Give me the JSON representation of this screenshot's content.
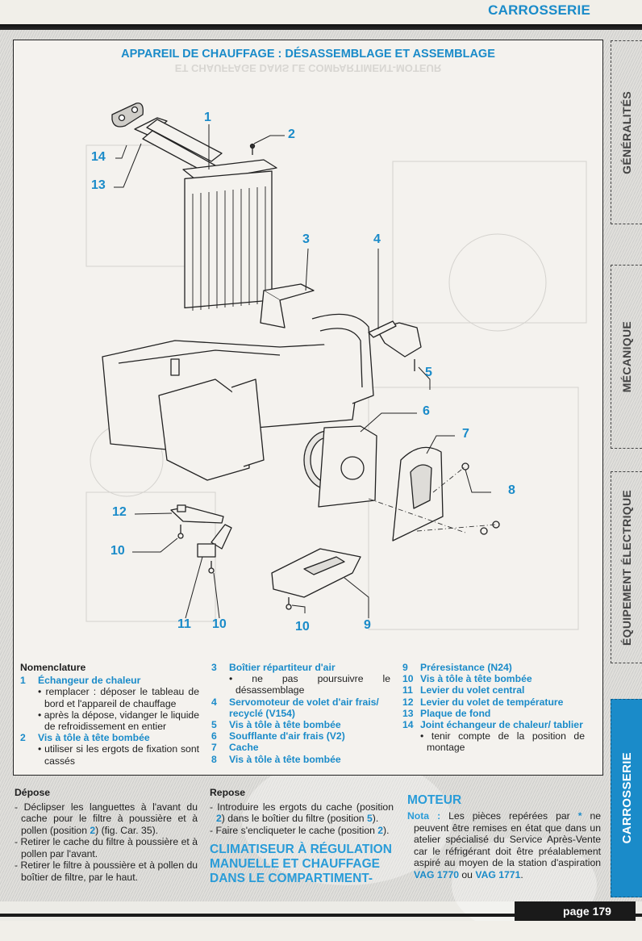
{
  "header": {
    "section_title": "CARROSSERIE"
  },
  "diagram": {
    "title": "APPAREIL DE CHAUFFAGE : DÉSASSEMBLAGE ET ASSEMBLAGE",
    "ghost_text": "ET CHAUFFAGE DANS LE COMPARTIMENT-MOTEUR",
    "callouts": [
      "1",
      "2",
      "3",
      "4",
      "5",
      "6",
      "7",
      "8",
      "9",
      "10",
      "10",
      "10",
      "11",
      "12",
      "13",
      "14"
    ]
  },
  "nomenclature": {
    "heading": "Nomenclature",
    "col1": [
      {
        "num": "1",
        "label": "Échangeur de chaleur",
        "notes": [
          "• remplacer : déposer le tableau de bord et l'appareil de chauffage",
          "• après la dépose, vidanger le liquide de refroidissement en entier"
        ]
      },
      {
        "num": "2",
        "label": "Vis à tôle à tête bombée",
        "notes": [
          "• utiliser si les ergots de fixation sont cassés"
        ]
      }
    ],
    "col2": [
      {
        "num": "3",
        "label": "Boîtier répartiteur d'air",
        "notes": [
          "• ne pas poursuivre le désassemblage"
        ]
      },
      {
        "num": "4",
        "label": "Servomoteur de volet d'air frais/ recyclé (V154)",
        "notes": []
      },
      {
        "num": "5",
        "label": "Vis à tôle à tête bombée",
        "notes": []
      },
      {
        "num": "6",
        "label": "Soufflante d'air frais (V2)",
        "notes": []
      },
      {
        "num": "7",
        "label": "Cache",
        "notes": []
      },
      {
        "num": "8",
        "label": "Vis à tôle à tête bombée",
        "notes": []
      }
    ],
    "col3": [
      {
        "num": "9",
        "label": "Préresistance (N24)",
        "notes": []
      },
      {
        "num": "10",
        "label": "Vis à tôle à tête bombée",
        "notes": []
      },
      {
        "num": "11",
        "label": "Levier du volet central",
        "notes": []
      },
      {
        "num": "12",
        "label": "Levier du volet de température",
        "notes": []
      },
      {
        "num": "13",
        "label": "Plaque de fond",
        "notes": []
      },
      {
        "num": "14",
        "label": "Joint échangeur de chaleur/ tablier",
        "notes": [
          "• tenir compte de la position de montage"
        ]
      }
    ]
  },
  "depose": {
    "heading": "Dépose",
    "steps": [
      {
        "pre": "- Déclipser les languettes à l'avant du cache pour le filtre à poussière et à pollen (position ",
        "ref": "2",
        "post": ") (fig. Car. 35)."
      },
      {
        "pre": "- Retirer le cache du filtre à poussière et à pollen par l'avant.",
        "ref": "",
        "post": ""
      },
      {
        "pre": "- Retirer le filtre à poussière et à pollen du boîtier de filtre, par le haut.",
        "ref": "",
        "post": ""
      }
    ]
  },
  "repose": {
    "heading": "Repose",
    "step1": {
      "a": "- Introduire les ergots du cache (position ",
      "ref1": "2",
      "b": ") dans le boîtier du filtre (position ",
      "ref2": "5",
      "c": ")."
    },
    "step2": {
      "a": "- Faire s'encliqueter le cache (position ",
      "ref": "2",
      "b": ")."
    },
    "section_heading": "CLIMATISEUR À RÉGULATION MANUELLE ET CHAUFFAGE DANS LE COMPARTIMENT-"
  },
  "moteur": {
    "heading": "MOTEUR",
    "nota_label": "Nota :",
    "nota_a": " Les pièces repérées par ",
    "asterisk": "*",
    "nota_b": " ne peuvent être remises en état que dans un atelier spécialisé du Service Après-Vente car le réfrigérant doit être préalablement aspiré au moyen de la station d'aspiration ",
    "vag1": "VAG 1770",
    "ou": " ou ",
    "vag2": "VAG 1771",
    "end": "."
  },
  "side_tabs": [
    {
      "label": "GÉNÉRALITÉS",
      "active": false
    },
    {
      "label": "MÉCANIQUE",
      "active": false
    },
    {
      "label": "ÉQUIPEMENT ÉLECTRIQUE",
      "active": false
    },
    {
      "label": "CARROSSERIE",
      "active": true
    }
  ],
  "footer": {
    "page_label": "page 179"
  },
  "colors": {
    "accent": "#1a8bc9",
    "tab_active": "#1a8bc9",
    "bar": "#1a1a1a"
  }
}
